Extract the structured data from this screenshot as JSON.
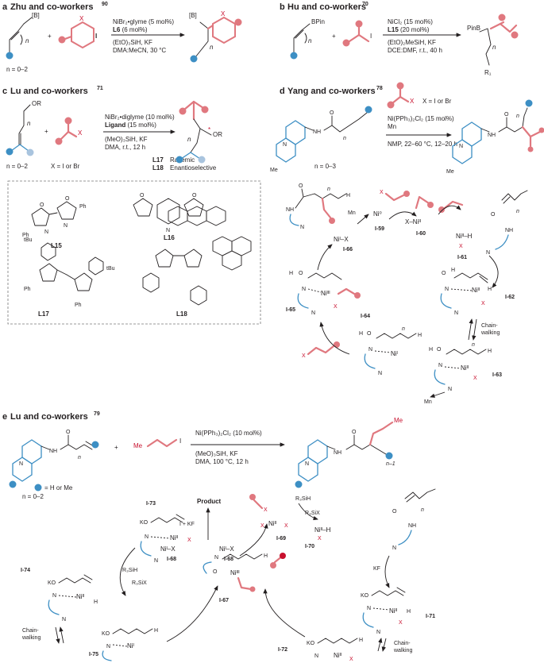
{
  "panels": {
    "a": {
      "letter": "a",
      "author": "Zhu and co-workers",
      "ref": "90",
      "n_range": "n = 0–2",
      "substrate_b": "[B]",
      "substrate_x": "X",
      "substrate_i": "I",
      "product_b": "[B]",
      "product_x": "X",
      "cond1": "NiBr₂•glyme (5 mol%)",
      "cond2_ligand": "L6",
      "cond2_rest": " (6 mol%)",
      "cond3": "(EtO)₃SiH, KF",
      "cond4": "DMA:MeCN, 30 °C",
      "plus": "+",
      "n_label": "n"
    },
    "b": {
      "letter": "b",
      "author": "Hu and co-workers",
      "ref": "70",
      "bpin": "BPin",
      "iodide": "I",
      "pinb": "PinB",
      "cond1": "NiCl₂ (15 mol%)",
      "cond2_ligand": "L15",
      "cond2_rest": " (20 mol%)",
      "cond3": "(EtO)₂MeSiH, KF",
      "cond4": "DCE:DMF, r.t., 40 h",
      "r1": "R₁",
      "plus": "+",
      "n_label": "n"
    },
    "c": {
      "letter": "c",
      "author": "Lu and co-workers",
      "ref": "71",
      "or_group": "OR",
      "or_product": "OR",
      "n_range": "n = 0–2",
      "x_def": "X = I or Br",
      "x": "X",
      "cond1": "NiBr₂•diglyme (10 mol%)",
      "cond2_ligand": "Ligand",
      "cond2_rest": " (15 mol%)",
      "cond3": "(MeO)₃SiH, KF",
      "cond4": "DMA, r.t., 12 h",
      "l17": "L17",
      "l17_desc": "Racemic",
      "l18": "L18",
      "l18_desc": "Enantioselective",
      "plus": "+",
      "n_label": "n",
      "star": "*",
      "ligands": {
        "l15": "L15",
        "l16": "L16",
        "l17": "L17",
        "l18": "L18",
        "ph": "Ph",
        "tbu": "tBu",
        "n": "N",
        "o": "O"
      }
    },
    "d": {
      "letter": "d",
      "author": "Yang and co-workers",
      "ref": "78",
      "x_def": "X = I or Br",
      "x": "X",
      "cond1": "Ni(PPh₃)₂Cl₂ (15 mol%)",
      "cond2": "Mn",
      "cond3": "NMP, 22–60 °C, 12–20 h",
      "n_range": "n = 0–3",
      "me": "Me",
      "nh": "NH",
      "o": "O",
      "n": "N",
      "h": "H",
      "n_label": "n",
      "mn1": "Mn",
      "mn2": "Mn",
      "chain": "Chain-",
      "walking": "walking",
      "intermediates": {
        "i59": "I-59",
        "i60": "I-60",
        "i61": "I-61",
        "i62": "I-62",
        "i63": "I-63",
        "i64": "I-64",
        "i65": "I-65",
        "i66": "I-66"
      },
      "species": {
        "ni0": "Ni⁰",
        "xni2": "X–Niᴵᴵ",
        "ni2h": "Niᴵᴵ–H",
        "ni1x": "Niᴵ–X",
        "ni2": "Niᴵᴵ",
        "ni3": "Niᴵᴵᴵ",
        "ni1": "Niᴵ",
        "x": "X"
      }
    },
    "e": {
      "letter": "e",
      "author": "Lu and co-workers",
      "ref": "79",
      "legend": "= H or Me",
      "n_range": "n = 0–2",
      "me": "Me",
      "iodide": "I",
      "cond1": "Ni(PPh₃)₂Cl₂ (10 mol%)",
      "cond2": "(MeO)₃SiH, KF",
      "cond3": "DMA, 100 °C, 12 h",
      "product": "Product",
      "ikf": "I + KF",
      "r3sih1": "R₃SiH",
      "r3six1": "R₃SiX",
      "r3sih2": "R₃SiH",
      "r3six2": "R₃SiX",
      "kf": "KF",
      "chain": "Chain-",
      "walking": "walking",
      "chain2": "Chain-",
      "walking2": "walking",
      "n_label": "n",
      "n_minus": "n–1",
      "plus": "+",
      "nh": "NH",
      "ko": "KO",
      "o": "O",
      "n": "N",
      "h": "H",
      "x": "X",
      "intermediates": {
        "i67": "I-67",
        "i68a": "I-68",
        "i68b": "I-68",
        "i69": "I-69",
        "i70": "I-70",
        "i71": "I-71",
        "i72": "I-72",
        "i73": "I-73",
        "i74": "I-74",
        "i75": "I-75"
      },
      "species": {
        "ni1x": "Niᴵ–X",
        "ni2": "Niᴵᴵ",
        "ni2h": "Niᴵᴵ–H",
        "ni3": "Niᴵᴵᴵ",
        "ni1": "Niᴵ"
      }
    }
  },
  "colors": {
    "accent_red": "#c8102e",
    "bond_red": "#e0787f",
    "blue": "#3d8fc4",
    "text": "#231f20"
  }
}
